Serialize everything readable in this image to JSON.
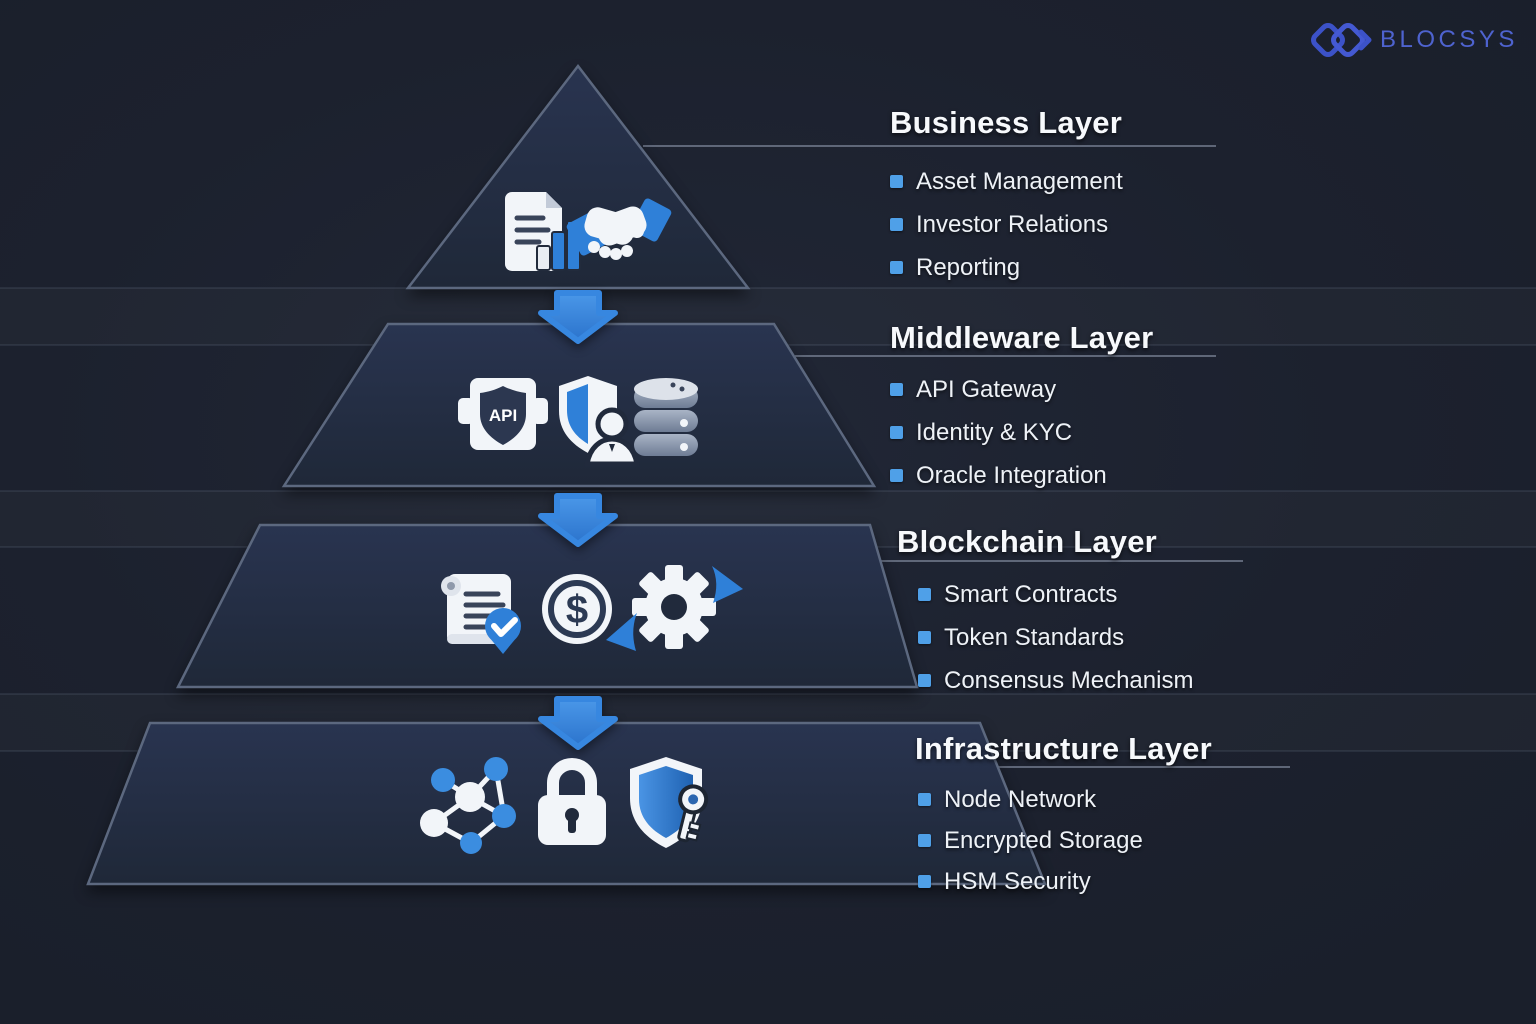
{
  "brand": {
    "name": "BLOCSYS"
  },
  "layers": [
    {
      "title": "Business Layer",
      "items": [
        "Asset Management",
        "Investor Relations",
        "Reporting"
      ],
      "icons": [
        "document-chart-icon",
        "handshake-icon"
      ]
    },
    {
      "title": "Middleware Layer",
      "items": [
        "API Gateway",
        "Identity & KYC",
        "Oracle Integration"
      ],
      "icons": [
        "api-gateway-icon",
        "identity-shield-icon",
        "database-icon"
      ]
    },
    {
      "title": "Blockchain Layer",
      "items": [
        "Smart Contracts",
        "Token Standards",
        "Consensus Mechanism"
      ],
      "icons": [
        "smart-contract-icon",
        "dollar-coin-icon",
        "consensus-gear-icon"
      ]
    },
    {
      "title": "Infrastructure Layer",
      "items": [
        "Node Network",
        "Encrypted Storage",
        "HSM Security"
      ],
      "icons": [
        "node-network-icon",
        "padlock-icon",
        "shield-key-icon"
      ]
    }
  ],
  "icon_text": {
    "api": "API",
    "coin": "$"
  },
  "colors": {
    "background": "#1c2230",
    "layer_fill": "#242f44",
    "layer_stroke": "#5c687f",
    "arrow_blue": "#3787e0",
    "icon_blue": "#2f80d8",
    "bullet_blue": "#4fa0e8",
    "heading_text": "#f7f9fc",
    "item_text": "#eef2f7",
    "brand_blue": "#4055cb"
  }
}
